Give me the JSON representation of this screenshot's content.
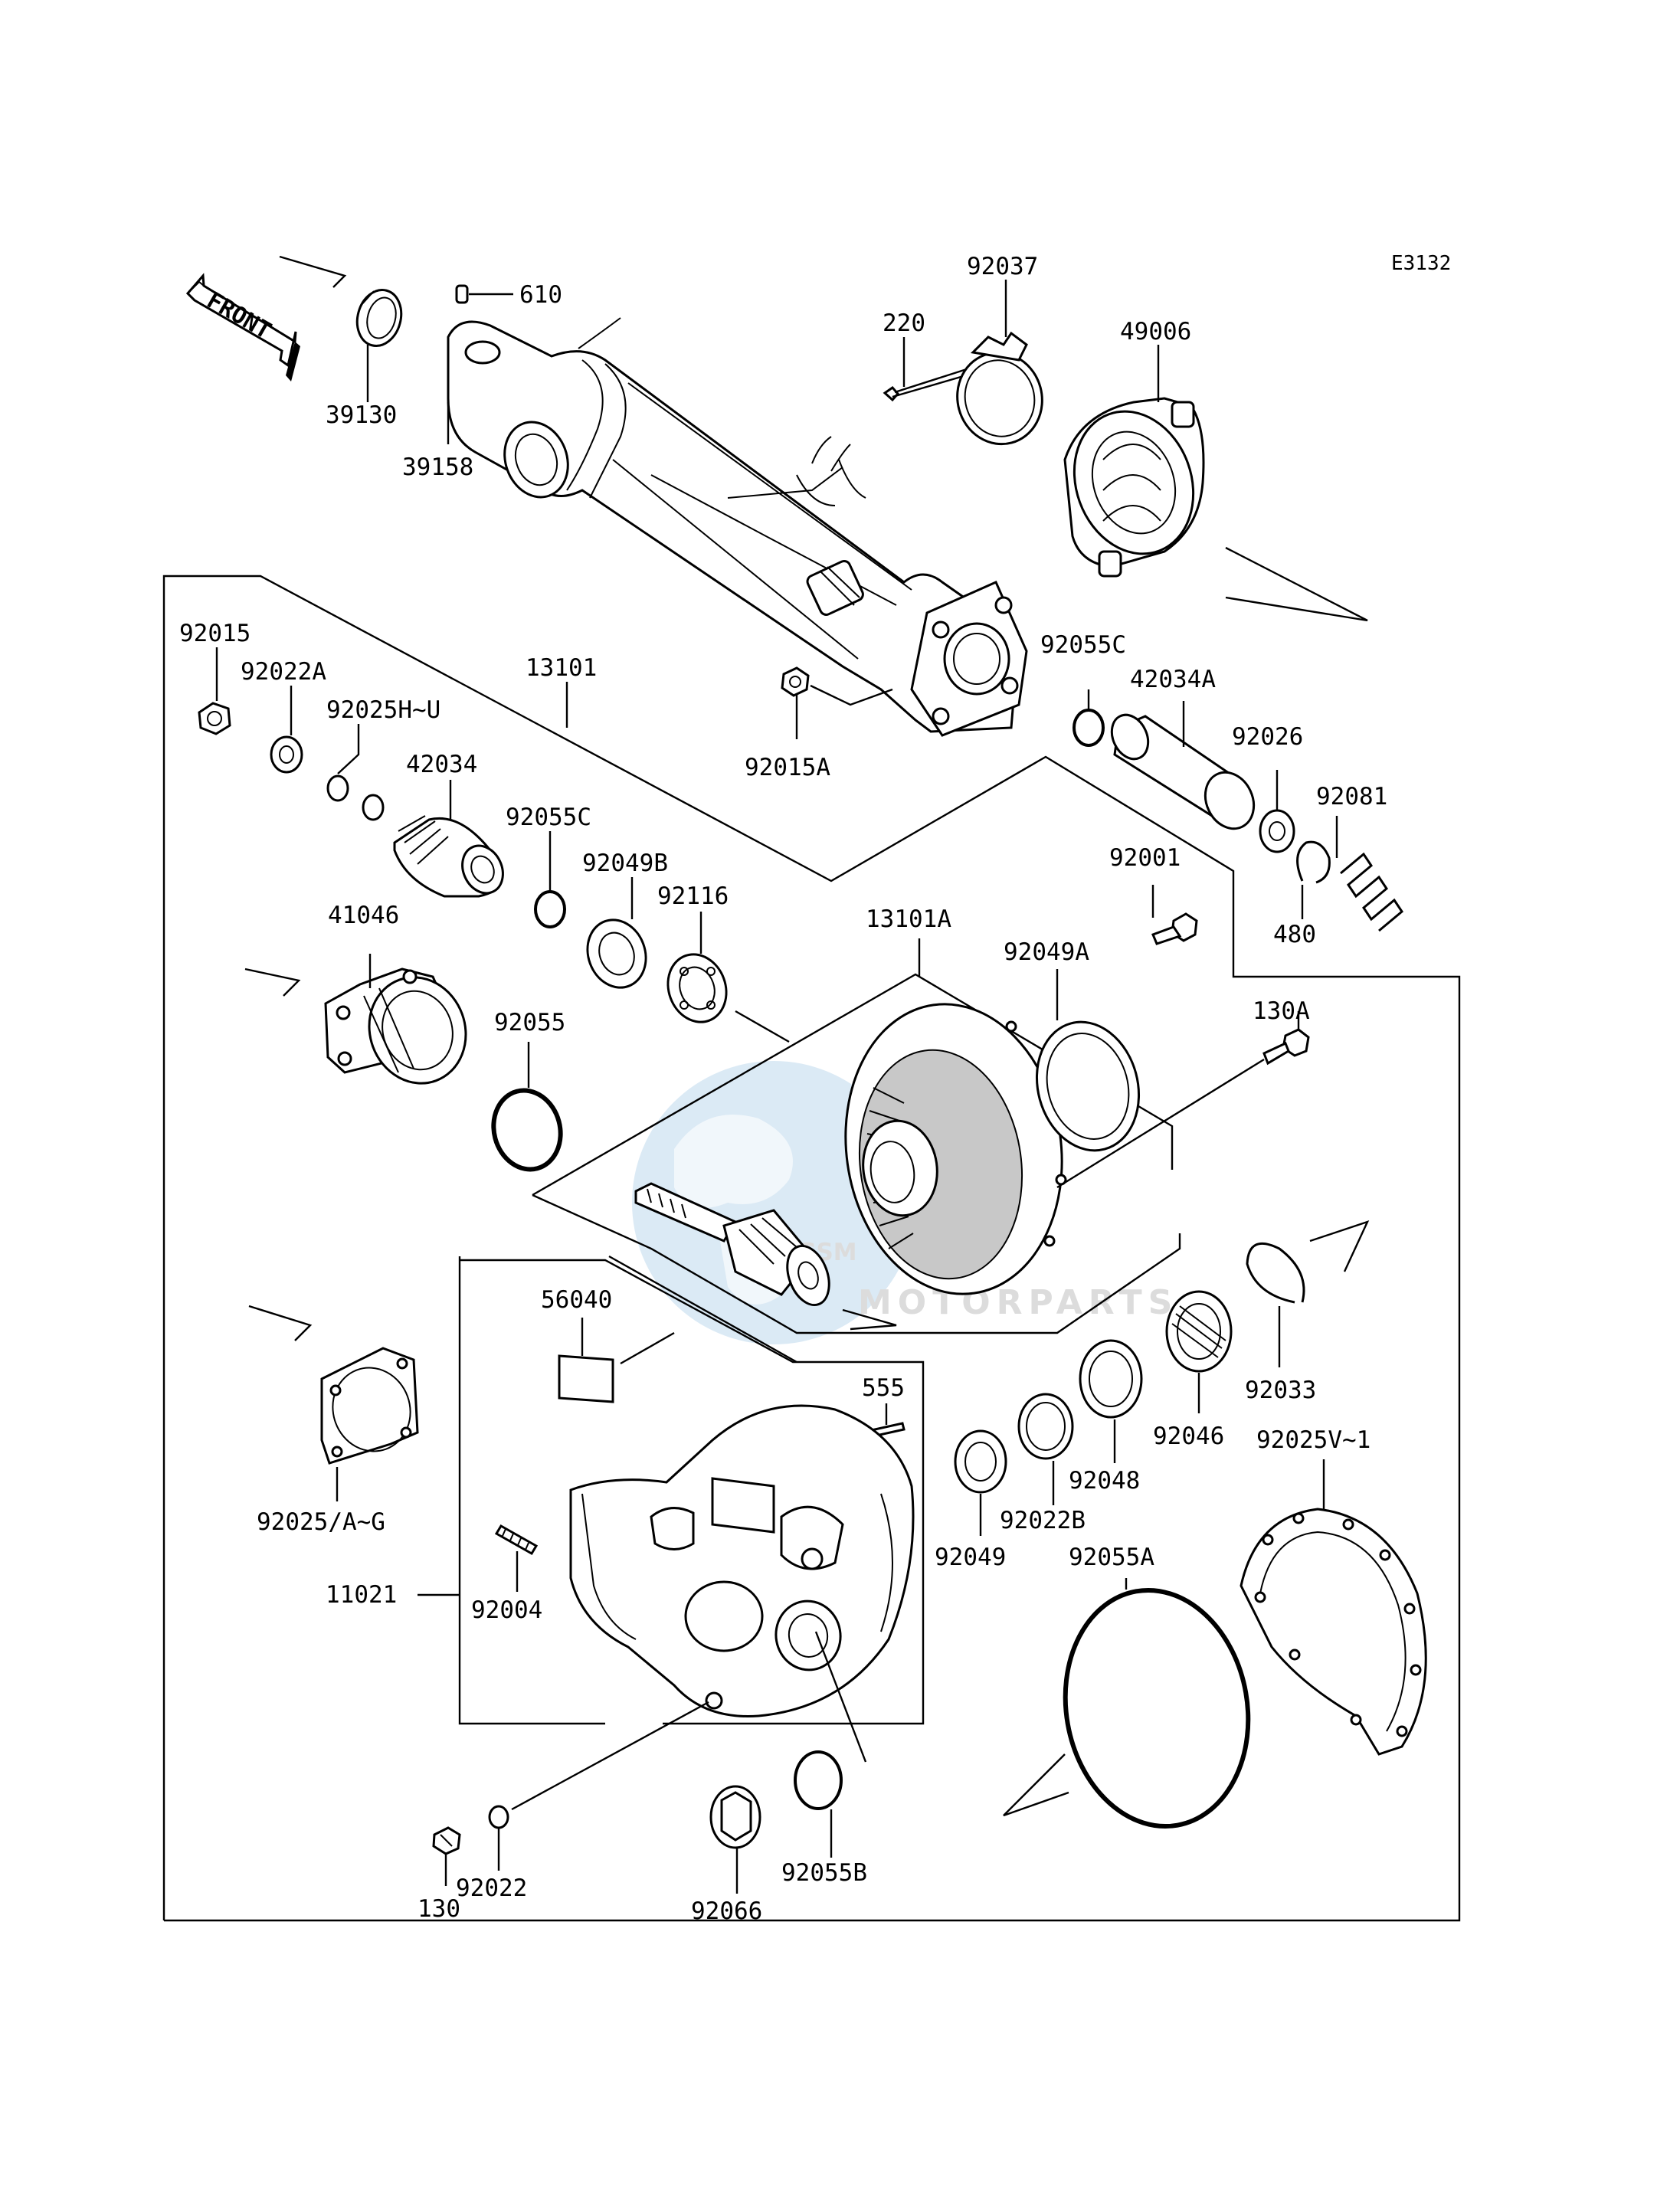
{
  "diagram_code": "E3132",
  "front_label": "FRONT",
  "watermark": {
    "line1": "GSM",
    "line2": "MOTORPARTS"
  },
  "part_labels": {
    "p39130": "39130",
    "p610": "610",
    "p39158": "39158",
    "p92037": "92037",
    "p220": "220",
    "p49006": "49006",
    "p92015": "92015",
    "p92022A": "92022A",
    "p92025HU": "92025H~U",
    "p13101": "13101",
    "p42034": "42034",
    "p92055C_left": "92055C",
    "p92049B": "92049B",
    "p92116": "92116",
    "p92015A": "92015A",
    "p92055C_right": "92055C",
    "p42034A": "42034A",
    "p92026": "92026",
    "p92081": "92081",
    "p92001": "92001",
    "p480": "480",
    "p13101A": "13101A",
    "p92049A": "92049A",
    "p130A": "130A",
    "p41046": "41046",
    "p92055": "92055",
    "p56040": "56040",
    "p555": "555",
    "p92033": "92033",
    "p92046": "92046",
    "p92048": "92048",
    "p92022B": "92022B",
    "p92049": "92049",
    "p92025Vto1": "92025V~1",
    "p92055A": "92055A",
    "p92025AG": "92025/A~G",
    "p11021": "11021",
    "p92004": "92004",
    "p92022": "92022",
    "p130": "130",
    "p92066": "92066",
    "p92055B": "92055B"
  }
}
